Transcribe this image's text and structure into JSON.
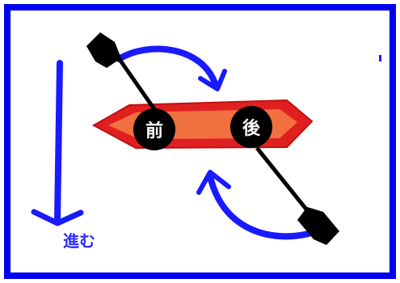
{
  "labels": {
    "front": "前",
    "back": "後",
    "advance": "進む"
  },
  "colors": {
    "frame": "#0000ee",
    "arrow": "#1a1aff",
    "paddle": "#000000",
    "boat_outer": "#e02020",
    "boat_inner": "#f07040",
    "label_text": "#ffffff"
  },
  "icons": {
    "boat": "canoe-icon",
    "paddle_front": "paddle-icon",
    "paddle_back": "paddle-icon",
    "arrow_clockwise": "curved-arrow-icon",
    "arrow_counter": "curved-arrow-icon",
    "arrow_forward": "down-arrow-icon"
  }
}
